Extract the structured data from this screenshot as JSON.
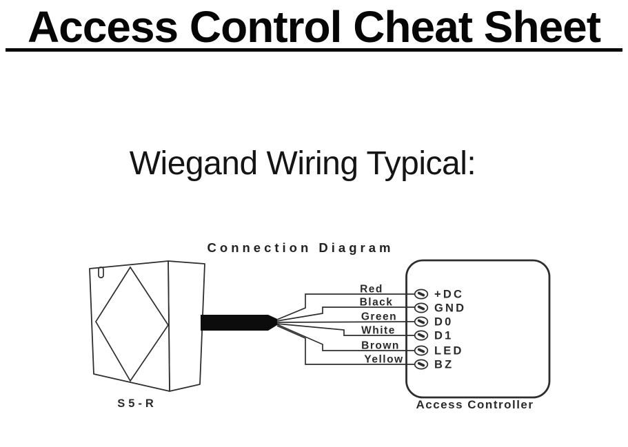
{
  "title": {
    "text": "Access Control Cheat Sheet"
  },
  "subtitle": {
    "text": "Wiegand Wiring Typical:"
  },
  "diagram": {
    "heading": "Connection Diagram",
    "reader": {
      "model": "S5-R",
      "emblem_icon": "diamond-emblem-icon",
      "cable_color": "#0c0c0c"
    },
    "controller": {
      "label": "Access Controller",
      "terminal_icon": "slotted-screw-icon"
    },
    "ink_color": "#2d2d2d",
    "wires": [
      {
        "color_label": "Red",
        "terminal": "+DC"
      },
      {
        "color_label": "Black",
        "terminal": "GND"
      },
      {
        "color_label": "Green",
        "terminal": "D0"
      },
      {
        "color_label": "White",
        "terminal": "D1"
      },
      {
        "color_label": "Brown",
        "terminal": "LED"
      },
      {
        "color_label": "Yellow",
        "terminal": "BZ"
      }
    ]
  }
}
